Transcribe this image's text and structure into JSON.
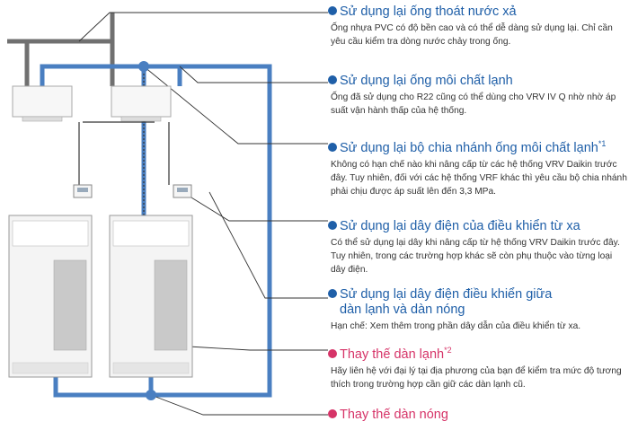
{
  "colors": {
    "refrigerant_pipe": "#4a7fc1",
    "drain_pipe": "#707070",
    "wire": "#333333",
    "heading_blue": "#1f5fa8",
    "heading_pink": "#d63468",
    "unit_panel": "#c9c9c9"
  },
  "callouts": [
    {
      "id": "drain",
      "heading": "Sử dụng lại ống thoát nước xả",
      "superscript": "",
      "color": "blue",
      "body": "Ống nhựa PVC có độ bền cao và có thể dễ dàng sử dụng lại. Chỉ cần yêu cầu kiểm tra dòng nước chảy trong ống."
    },
    {
      "id": "refrigerant-pipe",
      "heading": "Sử dụng lại ống môi chất lạnh",
      "superscript": "",
      "color": "blue",
      "body": "Ống đã sử dụng cho R22 cũng có thể dùng cho VRV IV Q nhờ nhờ áp suất vận hành thấp của hệ thống."
    },
    {
      "id": "branch-kit",
      "heading": "Sử dụng lại bộ chia nhánh ống môi chất lạnh",
      "superscript": "*1",
      "color": "blue",
      "body": "Không có hạn chế nào khi nâng cấp từ các hệ thống VRV Daikin trước đây. Tuy nhiên, đối với các hệ thống VRF khác thì yêu cầu bộ chia nhánh phải chịu được áp suất lên đến 3,3 MPa."
    },
    {
      "id": "remote-wiring",
      "heading": "Sử dụng lại dây điện của điều khiển từ xa",
      "superscript": "",
      "color": "blue",
      "body": "Có thể sử dụng lại dây khi nâng cấp từ hệ thống VRV Daikin trước đây. Tuy nhiên, trong các trường hợp khác sẽ còn phụ thuộc vào từng loại dây điện."
    },
    {
      "id": "control-wiring",
      "heading": "Sử dụng lại dây điện điều khiển giữa",
      "heading_line2": "dàn lạnh và dàn nóng",
      "superscript": "",
      "color": "blue",
      "body": "Hạn chế: Xem thêm trong phần dây dẫn của điều khiển từ xa."
    },
    {
      "id": "indoor-replace",
      "heading": "Thay thế dàn lạnh",
      "superscript": "*2",
      "color": "pink",
      "body": "Hãy liên hệ với đại lý tại địa phương của bạn để kiểm tra mức độ tương thích trong trường hợp cần giữ các dàn lạnh cũ."
    },
    {
      "id": "outdoor-replace",
      "heading": "Thay thế dàn nóng",
      "superscript": "",
      "color": "pink",
      "body": ""
    }
  ]
}
